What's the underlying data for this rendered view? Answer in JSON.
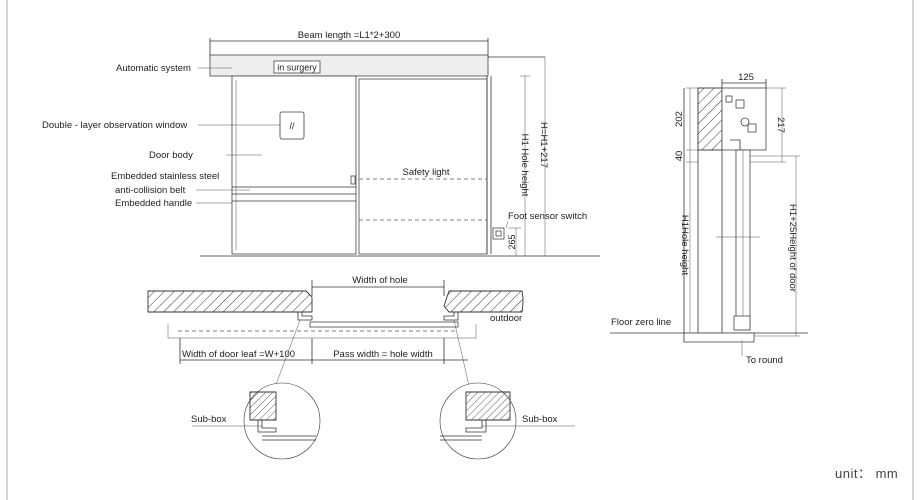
{
  "labels": {
    "beam_length": "Beam length =L1*2+300",
    "automatic_system": "Automatic system",
    "in_surgery": "in surgery",
    "observation_window": "Double - layer observation window",
    "door_body": "Door body",
    "stainless_steel_1": "Embedded stainless steel",
    "stainless_steel_2": "anti-collision belt",
    "embedded_handle": "Embedded handle",
    "safety_light": "Safety light",
    "foot_sensor": "Foot sensor switch",
    "dim_265": "265",
    "h1_hole_height": "H1 Hole height",
    "h_eq": "H=H1+217",
    "width_of_hole": "Width of hole",
    "outdoor": "outdoor",
    "door_leaf_width": "Width of door leaf =W+100",
    "pass_width": "Pass width = hole width",
    "sub_box_left": "Sub-box",
    "sub_box_right": "Sub-box",
    "dim_125": "125",
    "dim_202": "202",
    "dim_217": "217",
    "dim_40": "40",
    "side_h1": "H1Hole height",
    "side_h1_25": "H1+25Height of door",
    "floor_zero": "Floor zero line",
    "to_round": "To round",
    "unit": "unit： mm"
  },
  "icons": {
    "observation_window_mark": "slash-mark"
  }
}
